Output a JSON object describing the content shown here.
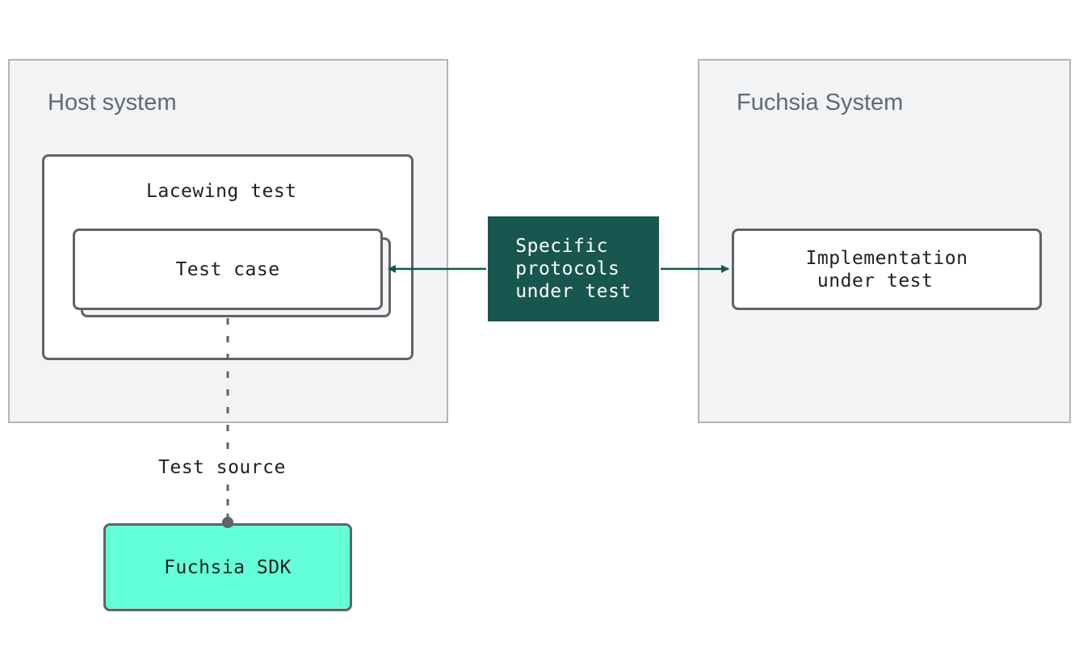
{
  "host_system": {
    "title": "Host system"
  },
  "fuchsia_system": {
    "title": "Fuchsia System"
  },
  "lacewing_test": {
    "label": "Lacewing test"
  },
  "test_case": {
    "label": "Test case"
  },
  "protocols": {
    "label": "Specific\nprotocols\nunder test"
  },
  "implementation": {
    "label": "Implementation\n under test"
  },
  "test_source": {
    "label": "Test source"
  },
  "fuchsia_sdk": {
    "label": "Fuchsia SDK"
  },
  "colors": {
    "system_bg": "#f1f3f4",
    "protocol_bg": "#185650",
    "sdk_bg": "#63ffd9",
    "border": "#5f6368"
  }
}
